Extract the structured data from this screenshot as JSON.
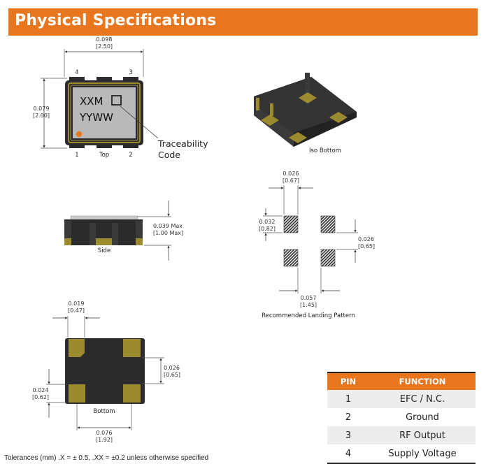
{
  "title": "Physical Specifications",
  "top_view": {
    "width_in": "0.098",
    "width_mm": "[2.50]",
    "height_in": "0.079",
    "height_mm": "[2.00]",
    "pin_4": "4",
    "pin_3": "3",
    "pin_1": "1",
    "pin_2": "2",
    "view_label": "Top",
    "marking_line1": "XXM",
    "marking_line2": "YYWW",
    "callout_line1": "Traceability",
    "callout_line2": "Code"
  },
  "side_view": {
    "height_in": "0.039 Max",
    "height_mm": "[1.00 Max]",
    "view_label": "Side"
  },
  "iso_view": {
    "view_label": "Iso Bottom"
  },
  "landing_pattern": {
    "pad_width_in": "0.026",
    "pad_width_mm": "[0.67]",
    "pad_height_in": "0.032",
    "pad_height_mm": "[0.82]",
    "gap_in": "0.026",
    "gap_mm": "[0.65]",
    "spacing_in": "0.057",
    "spacing_mm": "[1.45]",
    "caption": "Recommended Landing Pattern"
  },
  "bottom_view": {
    "pad_width_in": "0.019",
    "pad_width_mm": "[0.47]",
    "pad_gap_in": "0.026",
    "pad_gap_mm": "[0.65]",
    "pad_height_in": "0.024",
    "pad_height_mm": "[0.62]",
    "pitch_in": "0.076",
    "pitch_mm": "[1.92]",
    "view_label": "Bottom"
  },
  "pin_table": {
    "headers": [
      "PIN",
      "FUNCTION"
    ],
    "rows": [
      {
        "pin": "1",
        "function": "EFC / N.C."
      },
      {
        "pin": "2",
        "function": "Ground"
      },
      {
        "pin": "3",
        "function": "RF Output"
      },
      {
        "pin": "4",
        "function": "Supply Voltage"
      }
    ]
  },
  "tolerance_note": "Tolerances (mm) .X = ± 0.5,  .XX = ±0.2 unless otherwise specified",
  "colors": {
    "accent": "#E8761F",
    "package_body": "#2B2B2B",
    "pad_gold": "#9C8A2E",
    "marking_face": "#B9B9B9"
  }
}
